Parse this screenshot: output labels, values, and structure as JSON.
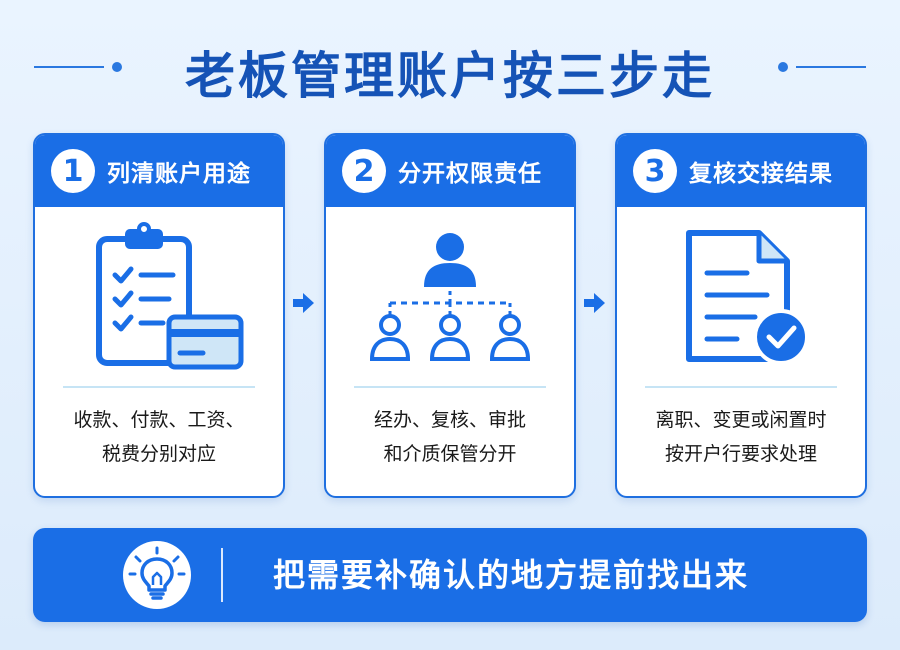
{
  "title": "老板管理账户按三步走",
  "steps": [
    {
      "number": "1",
      "label": "列清账户用途",
      "desc_line1": "收款、付款、工资、",
      "desc_line2": "税费分别对应",
      "icon": "clipboard-card-icon"
    },
    {
      "number": "2",
      "label": "分开权限责任",
      "desc_line1": "经办、复核、审批",
      "desc_line2": "和介质保管分开",
      "icon": "org-chart-icon"
    },
    {
      "number": "3",
      "label": "复核交接结果",
      "desc_line1": "离职、变更或闲置时",
      "desc_line2": "按开户行要求处理",
      "icon": "document-check-icon"
    }
  ],
  "bottom": {
    "text": "把需要补确认的地方提前找出来",
    "icon": "lightbulb-icon"
  },
  "colors": {
    "primary": "#1a6ee6",
    "title": "#1553b6",
    "light_blue": "#cfe6f7",
    "background": "#eaf4ff"
  }
}
